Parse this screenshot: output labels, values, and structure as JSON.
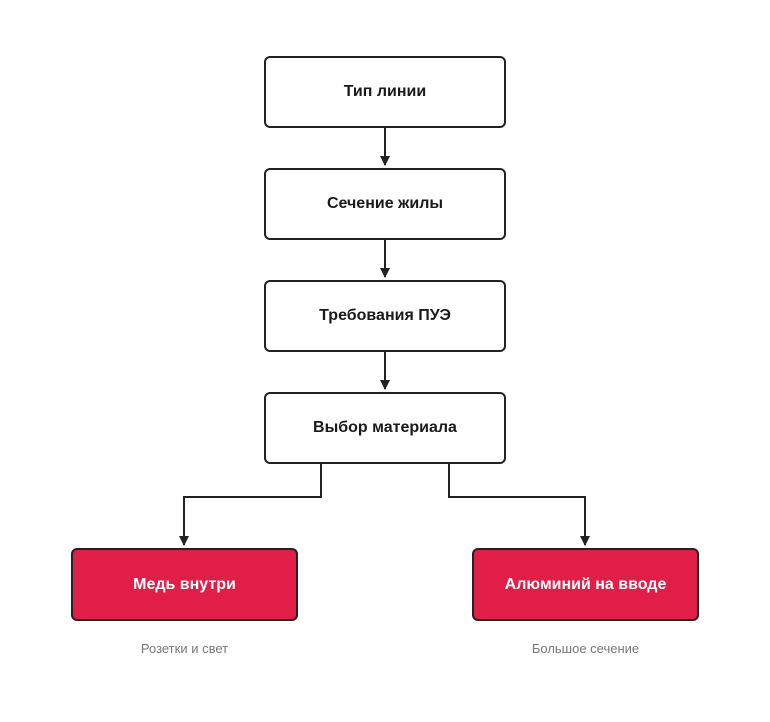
{
  "colors": {
    "accent_fill": "#e01e48",
    "node_border": "#222222",
    "node_fill": "#ffffff",
    "edge": "#222222",
    "caption_text": "#777777"
  },
  "nodes": {
    "line_type": "Тип линии",
    "core_section": "Сечение жилы",
    "pue_requirements": "Требования ПУЭ",
    "material_choice": "Выбор материала",
    "copper_inside": "Медь внутри",
    "aluminum_inlet": "Алюминий на вводе"
  },
  "captions": {
    "copper_inside": "Розетки и свет",
    "aluminum_inlet": "Большое сечение"
  },
  "edges": [
    {
      "from": "line_type",
      "to": "core_section"
    },
    {
      "from": "core_section",
      "to": "pue_requirements"
    },
    {
      "from": "pue_requirements",
      "to": "material_choice"
    },
    {
      "from": "material_choice",
      "to": "copper_inside"
    },
    {
      "from": "material_choice",
      "to": "aluminum_inlet"
    }
  ]
}
